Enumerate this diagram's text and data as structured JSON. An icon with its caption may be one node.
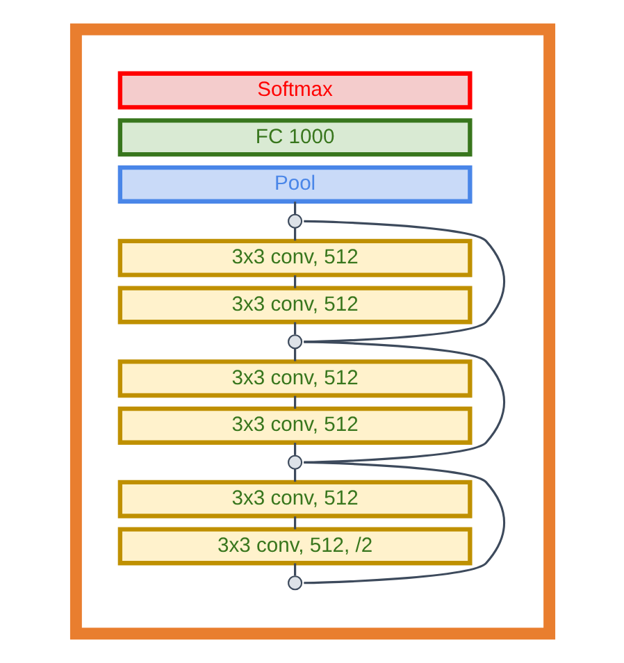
{
  "diagram": {
    "nodes": [
      {
        "text": [],
        "shape": "box"
      },
      {
        "text": [
          "Softmax"
        ],
        "in": 0
      },
      {
        "text": [
          "FC 1000"
        ],
        "in": 0
      },
      {
        "text": [
          "Pool"
        ],
        "in": 0
      },
      {
        "text": [],
        "shape": "circle",
        "in": 0
      },
      {
        "text": [
          "3x3 conv, 512"
        ],
        "in": 0
      },
      {
        "text": [
          "3x3 conv, 512"
        ],
        "in": 0
      },
      {
        "text": [],
        "shape": "circle",
        "in": 0
      },
      {
        "text": [
          "3x3 conv, 512"
        ],
        "in": 0
      },
      {
        "text": [
          "3x3 conv, 512"
        ],
        "in": 0
      },
      {
        "text": [],
        "shape": "circle",
        "in": 0
      },
      {
        "text": [
          "3x3 conv, 512"
        ],
        "in": 0
      },
      {
        "text": [
          "3x3 conv, 512, /2"
        ],
        "in": 0
      },
      {
        "text": [],
        "shape": "circle",
        "in": 0
      }
    ],
    "edges": [
      {
        "from": 3,
        "to": 4,
        "arrow": "none"
      },
      {
        "from": 4,
        "to": 5,
        "arrow": "none"
      },
      {
        "from": 5,
        "to": 6,
        "arrow": "none"
      },
      {
        "from": 6,
        "to": 7,
        "arrow": "none"
      },
      {
        "from": 7,
        "to": 8,
        "arrow": "none"
      },
      {
        "from": 8,
        "to": 9,
        "arrow": "none"
      },
      {
        "from": 9,
        "to": 10,
        "arrow": "none"
      },
      {
        "from": 10,
        "to": 11,
        "arrow": "none"
      },
      {
        "from": 11,
        "to": 12,
        "arrow": "none"
      },
      {
        "from": 12,
        "to": 13,
        "arrow": "none"
      },
      {
        "from": 4,
        "to": 7,
        "arrow": "none"
      },
      {
        "from": 7,
        "to": 10,
        "arrow": "none"
      },
      {
        "from": 10,
        "to": 13,
        "arrow": "none"
      }
    ]
  }
}
